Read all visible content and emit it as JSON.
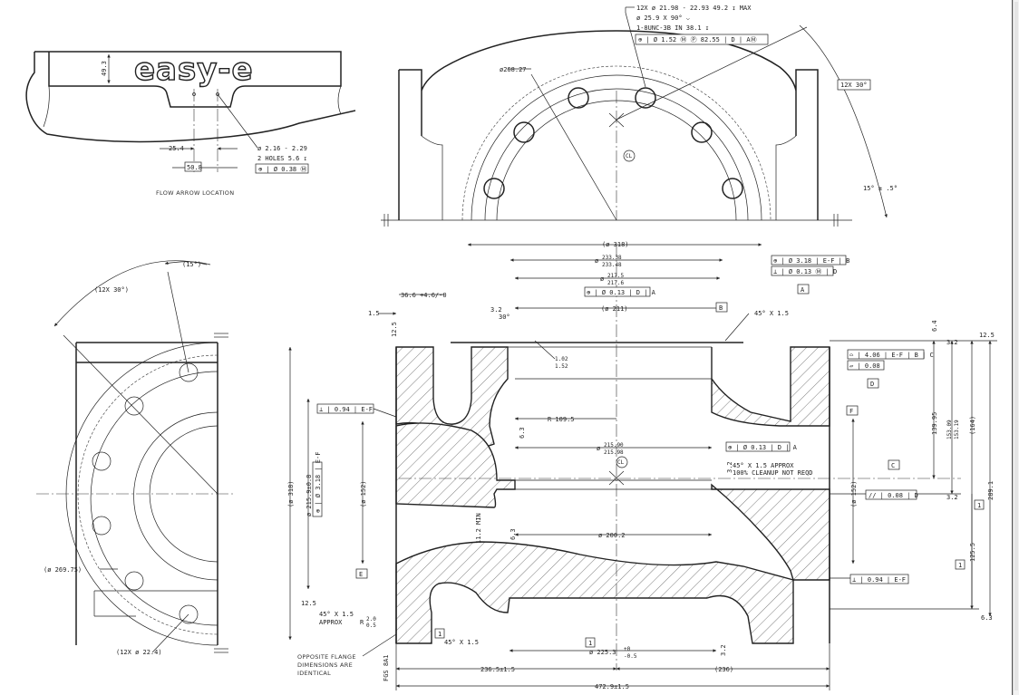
{
  "logo": {
    "text": "easy-e"
  },
  "detail_flow_arrow": {
    "caption": "FLOW ARROW LOCATION",
    "dim_height": "49.3",
    "dim_spacing": "25.4",
    "dim_width": "50.8",
    "holes_note_1": "ø 2.16 - 2.29",
    "holes_note_2": "2 HOLES  5.6 ↧",
    "holes_fcf": "⊕ | Ø 0.38 Ⓜ"
  },
  "top_view": {
    "note_line_1": "12X  ø 21.98 - 22.93   49.2 ↧ MAX",
    "note_line_2": "ø 25.9 X 90° ⌵",
    "note_line_3": "1-8UNC-3B IN   38.1 ↧",
    "note_fcf": "⊕ | Ø 1.52 Ⓜ Ⓟ 82.55 | D | AⓂ",
    "bolt_circle": "ø268.27",
    "bolt_angle": "12X  30°",
    "angle_tol": "15° ± .5°",
    "centerline_label": "CL"
  },
  "side_view": {
    "angle_top": "(15°)",
    "angle_bolt": "(12X  30°)",
    "bolt_circle": "(ø  269.75)",
    "holes": "(12X  ø  22.4)"
  },
  "section_view": {
    "overall_dia": "(ø  318)",
    "bore_top": [
      "ø",
      "233.38",
      "233.48"
    ],
    "bore_mid": [
      "ø",
      "217.5",
      "217.6"
    ],
    "fcf_bore": "⊕ | Ø 0.13 | D | A",
    "flange_dim": "36.6 +4.6/-0",
    "flange_1_5": "1.5",
    "flange_12_5": "12.5",
    "chamfer_30": "30°",
    "roughness_32": "3.2",
    "dia_211": "(ø  211)",
    "datum_B": "B",
    "chamfer_45": "45° X 1.5",
    "groove_dims": [
      "1.02",
      "1.52"
    ],
    "fcf_right_1": "⊕ | Ø 3.18 | E-F | B",
    "fcf_right_2": "⊥ | Ø 0.13 Ⓜ | D",
    "datum_A": "A",
    "flatness_1": "⌓ | 4.06 | E-F | B | C",
    "flatness_2": "▱ | 0.08",
    "datum_D": "D",
    "dim_64": "6.4",
    "dim_125_r": "12.5",
    "dim_13995": "139.95",
    "dim_15309": [
      "153.09",
      "153.19"
    ],
    "dim_164": "(164)",
    "dim_2891": "289.1",
    "dim_1255": "125.5",
    "perp_left": "⊥ | 0.94 | E-F",
    "radius": "R  109.5",
    "roughness_63": "6.3",
    "bore_inner": [
      "ø",
      "215.90",
      "215.98"
    ],
    "fcf_inner": "⊕ | Ø 0.13 | D | A",
    "datum_F": "F",
    "datum_C": "C",
    "chamfer_note_1": "45° X 1.5 APPROX",
    "chamfer_note_2": "100% CLEANUP NOT REQD",
    "parallel": "// | 0.08 | D",
    "dia_152_left": "(ø  152)",
    "dia_152_right": "(ø  152)",
    "dia_318_left": "(ø  318)",
    "fcf_vertical": "ø 215.9±0.8",
    "fcf_vertical_box": "⊕ | Ø 3.18 | E-F",
    "min_dim": "11.2 MIN",
    "dia_200": "ø  200.2",
    "datum_E": "E",
    "perp_right": "⊥ | 0.94 | E-F",
    "dim_125_l": "12.5",
    "chamfer_bottom": [
      "45° X 1.5",
      "APPROX"
    ],
    "radius_small": "R",
    "radius_vals": [
      "2.0",
      "0.5"
    ],
    "box_1": "1",
    "chamfer_45_b": "45° X 1.5",
    "dia_2253": "ø  225.3",
    "dia_2253_tol": [
      "+0",
      "-0.5"
    ],
    "opposite_note": [
      "OPPOSITE FLANGE",
      "DIMENSIONS ARE",
      "IDENTICAL"
    ],
    "fgs": "FGS 8A1",
    "dim_2365": "236.5±1.5",
    "dim_236": "(236)",
    "dim_4729": "472.9±1.5",
    "dim_63_b": "6.3"
  }
}
